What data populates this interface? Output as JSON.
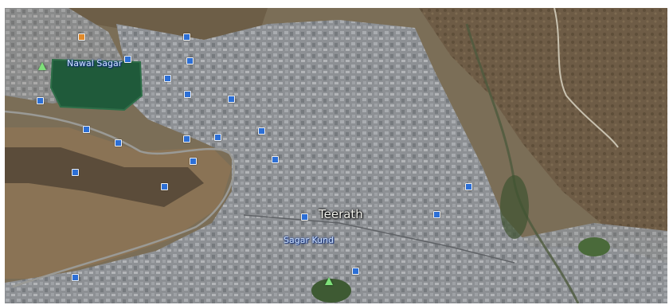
{
  "map": {
    "type": "satellite",
    "labels": {
      "lake": "Nawal Sagar",
      "town": "Teerath",
      "pond": "Sagar Kund"
    },
    "icons": [
      "poi-photo-icon",
      "park-tree-icon"
    ],
    "colors": {
      "water": "#1f5a3a",
      "urban": "#8b8e92",
      "terrain": "#7a6a50",
      "label_blue": "#cfe3ff"
    }
  }
}
